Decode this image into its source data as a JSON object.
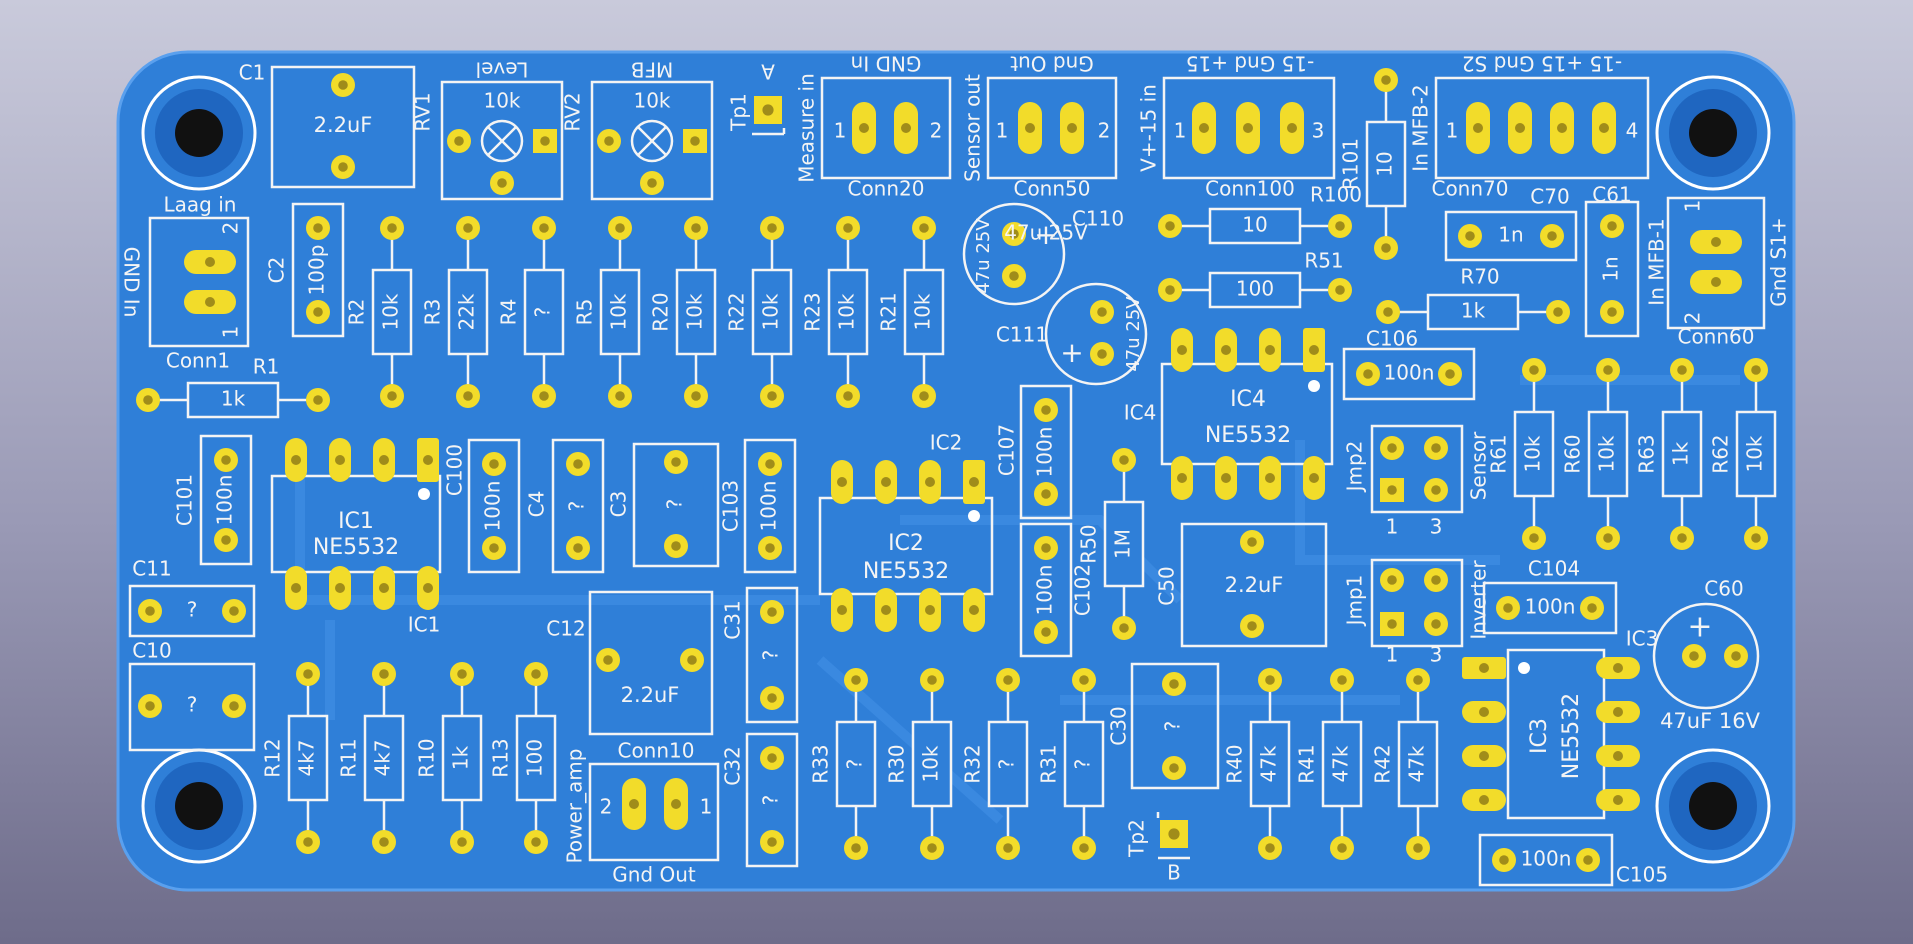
{
  "board": {
    "color": "#2f7fd8",
    "silk": "#f4f4f4",
    "pad": "#f2dc2a",
    "edge": "#ffffff",
    "hole": "#111111"
  },
  "labels": {
    "C1": "C1",
    "c1_val": "2.2uF",
    "RV1": "RV1",
    "rv1_name": "Level",
    "rv1_val": "10k",
    "RV2": "RV2",
    "rv2_name": "MFB",
    "rv2_val": "10k",
    "Tp1": "Tp1",
    "tp1_name": "A",
    "Tp2": "Tp2",
    "tp2_name": "B",
    "conn20_top": "GND In",
    "conn20_side": "Measure in",
    "Conn20": "Conn20",
    "conn50_top": "Gnd Out",
    "conn50_side": "Sensor out",
    "Conn50": "Conn50",
    "conn100_top": "-15 Gnd +15",
    "conn100_side": "V+-15 in",
    "Conn100": "Conn100",
    "conn70_top": "-15 +15 Gnd S2",
    "conn70_side": "In MFB-2",
    "Conn70": "Conn70",
    "conn60_side1": "Gnd S1+",
    "conn60_side2": "In MFB-1",
    "Conn60": "Conn60",
    "conn1_top": "Laag in",
    "conn1_side": "GND In",
    "Conn1": "Conn1",
    "conn10_side": "Power_amp",
    "conn10_bottom": "Gnd Out",
    "Conn10": "Conn10",
    "pin1": "1",
    "pin2": "2",
    "pin3": "3",
    "pin4": "4",
    "C2": "C2",
    "c2_val": "100p",
    "R1": "R1",
    "r1_val": "1k",
    "R2": "R2",
    "r2_val": "10k",
    "R3": "R3",
    "r3_val": "22k",
    "R4": "R4",
    "r4_val": "?",
    "R5": "R5",
    "r5_val": "10k",
    "R20": "R20",
    "r20_val": "10k",
    "R22": "R22",
    "r22_val": "10k",
    "R23": "R23",
    "r23_val": "10k",
    "R21": "R21",
    "r21_val": "10k",
    "C110": "C110",
    "c110_val": "47u 25V",
    "C111": "C111",
    "c111_val": "47u 25V",
    "R100": "R100",
    "r100_val": "10",
    "R101": "R101",
    "r101_val": "10",
    "R51": "R51",
    "r51_val": "100",
    "C70": "C70",
    "c70_val": "1n",
    "C61": "C61",
    "c61_val": "1n",
    "R70": "R70",
    "r70_val": "1k",
    "C106": "C106",
    "c106_val": "100n",
    "IC1": "IC1",
    "ic1_part": "NE5532",
    "IC2": "IC2",
    "ic2_part": "NE5532",
    "IC3": "IC3",
    "ic3_part": "NE5532",
    "IC4": "IC4",
    "ic4_part": "NE5532",
    "C101": "C101",
    "c101_val": "100n",
    "C100": "C100",
    "c100_val": "100n",
    "C4": "C4",
    "c4_val": "?",
    "C3": "C3",
    "c3_val": "?",
    "C103": "C103",
    "c103_val": "100n",
    "C107": "C107",
    "c107_val": "100n",
    "C102": "C102",
    "c102_val": "100n",
    "R50": "R50",
    "r50_val": "1M",
    "C50": "C50",
    "c50_val": "2.2uF",
    "Jmp2": "Jmp2",
    "jmp2_name": "Sensor",
    "Jmp1": "Jmp1",
    "jmp1_name": "Inverter",
    "R61": "R61",
    "r61_val": "10k",
    "R60": "R60",
    "r60_val": "10k",
    "R63": "R63",
    "r63_val": "1k",
    "R62": "R62",
    "r62_val": "10k",
    "C104": "C104",
    "c104_val": "100n",
    "C60": "C60",
    "c60_val": "47uF 16V",
    "C11": "C11",
    "c11_val": "?",
    "C10": "C10",
    "c10_val": "?",
    "C12": "C12",
    "c12_val": "2.2uF",
    "C31": "C31",
    "c31_val": "?",
    "C32": "C32",
    "c32_val": "?",
    "R12": "R12",
    "r12_val": "4k7",
    "R11": "R11",
    "r11_val": "4k7",
    "R10": "R10",
    "r10_val": "1k",
    "R13": "R13",
    "r13_val": "100",
    "R33": "R33",
    "r33_val": "?",
    "R30": "R30",
    "r30_val": "10k",
    "R32": "R32",
    "r32_val": "?",
    "R31": "R31",
    "r31_val": "?",
    "C30": "C30",
    "c30_val": "?",
    "R40": "R40",
    "r40_val": "47k",
    "R41": "R41",
    "r41_val": "47k",
    "R42": "R42",
    "r42_val": "47k",
    "C105": "C105",
    "c105_val": "100n"
  }
}
